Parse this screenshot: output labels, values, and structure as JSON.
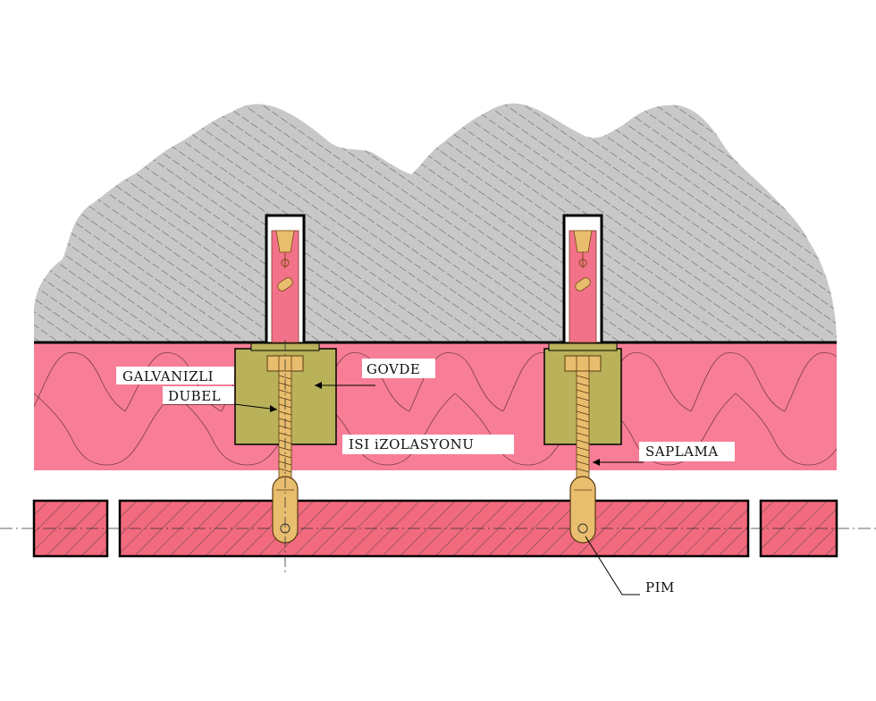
{
  "labels": {
    "galvanizli": "GALVANIZLI",
    "dubel": "DUBEL",
    "govde": "GOVDE",
    "isi_izolasyonu": "ISI iZOLASYONU",
    "saplama": "SAPLAMA",
    "pim": "PIM"
  },
  "colors": {
    "concrete": "#c8c8c8",
    "insulation": "#f77e96",
    "panel": "#f26a7e",
    "bracket": "#b9b25a",
    "anchor": "#f2728a",
    "bolt": "#e8bd6e",
    "stroke": "#000000"
  }
}
